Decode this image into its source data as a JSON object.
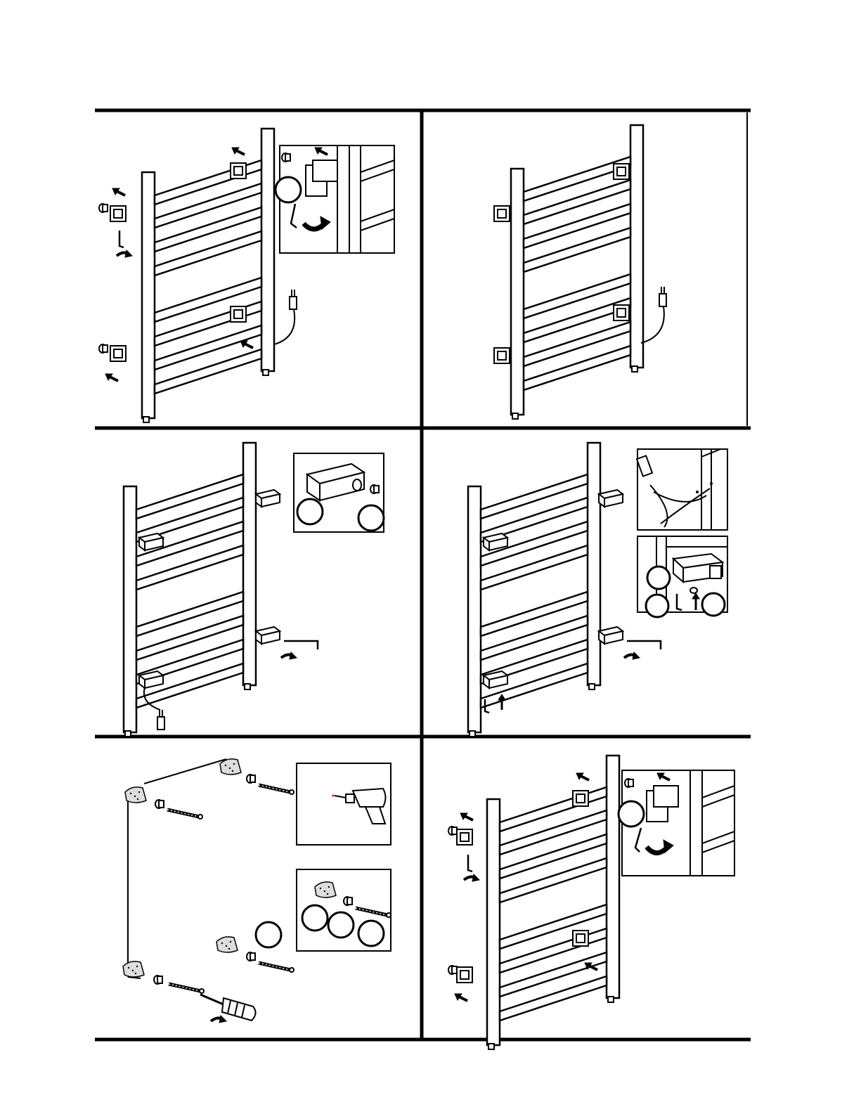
{
  "colors": {
    "ink": "#000000",
    "paper": "#ffffff"
  },
  "panels": [
    {
      "id": "p1",
      "callouts": 1
    },
    {
      "id": "p2",
      "callouts": 0
    },
    {
      "id": "p3",
      "callouts": 2
    },
    {
      "id": "p4",
      "callouts": 3
    },
    {
      "id": "p5",
      "callouts": 4
    },
    {
      "id": "p6",
      "callouts": 1
    }
  ]
}
